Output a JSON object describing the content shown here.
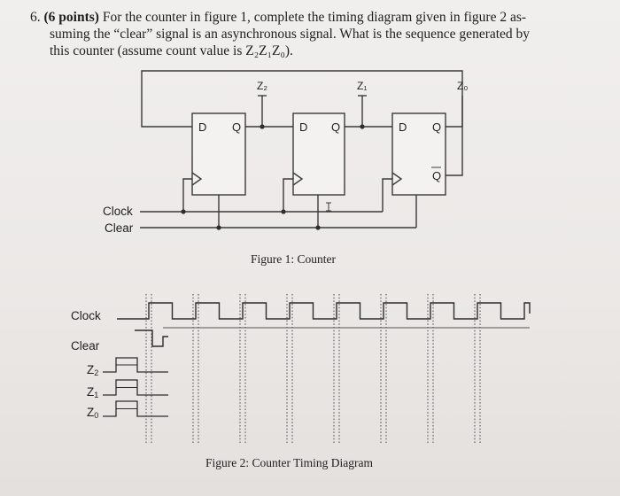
{
  "problem": {
    "number": "6.",
    "points": "(6 points)",
    "line1": "For the counter in figure 1, complete the timing diagram given in figure 2 as-",
    "line2": "suming the “clear” signal is an asynchronous signal. What is the sequence generated by",
    "line3": "this counter (assume count value is Z₂Z₁Z₀)."
  },
  "figure1": {
    "caption": "Figure 1: Counter",
    "input_labels": {
      "clock": "Clock",
      "clear": "Clear"
    },
    "flipflops": [
      {
        "d": "D",
        "q": "Q",
        "out": "Z₂"
      },
      {
        "d": "D",
        "q": "Q",
        "out": "Z₁"
      },
      {
        "d": "D",
        "q": "Q",
        "q_bar": "Q",
        "out": "Z₀"
      }
    ]
  },
  "figure2": {
    "caption": "Figure 2: Counter Timing Diagram",
    "signal_labels": {
      "clock": "Clock",
      "clear": "Clear",
      "z2": "Z",
      "z2_sub": "2",
      "z1": "Z",
      "z1_sub": "1",
      "z0": "Z",
      "z0_sub": "0"
    },
    "clock_cycles": 8
  }
}
